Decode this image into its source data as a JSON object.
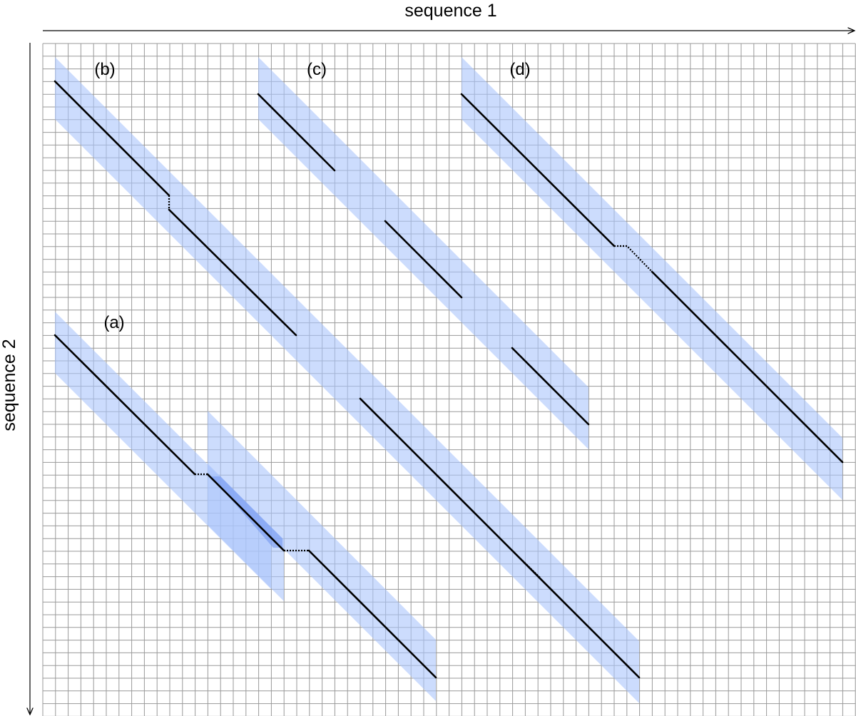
{
  "axes": {
    "x_title": "sequence 1",
    "y_title": "sequence 2"
  },
  "panels": [
    {
      "id": "a",
      "label": "(a)"
    },
    {
      "id": "b",
      "label": "(b)"
    },
    {
      "id": "c",
      "label": "(c)"
    },
    {
      "id": "d",
      "label": "(d)"
    }
  ],
  "colors": {
    "grid": "#9a9a9a",
    "band": "#aac4fb",
    "band_overlap": "#6f93ee",
    "line": "#000000"
  }
}
